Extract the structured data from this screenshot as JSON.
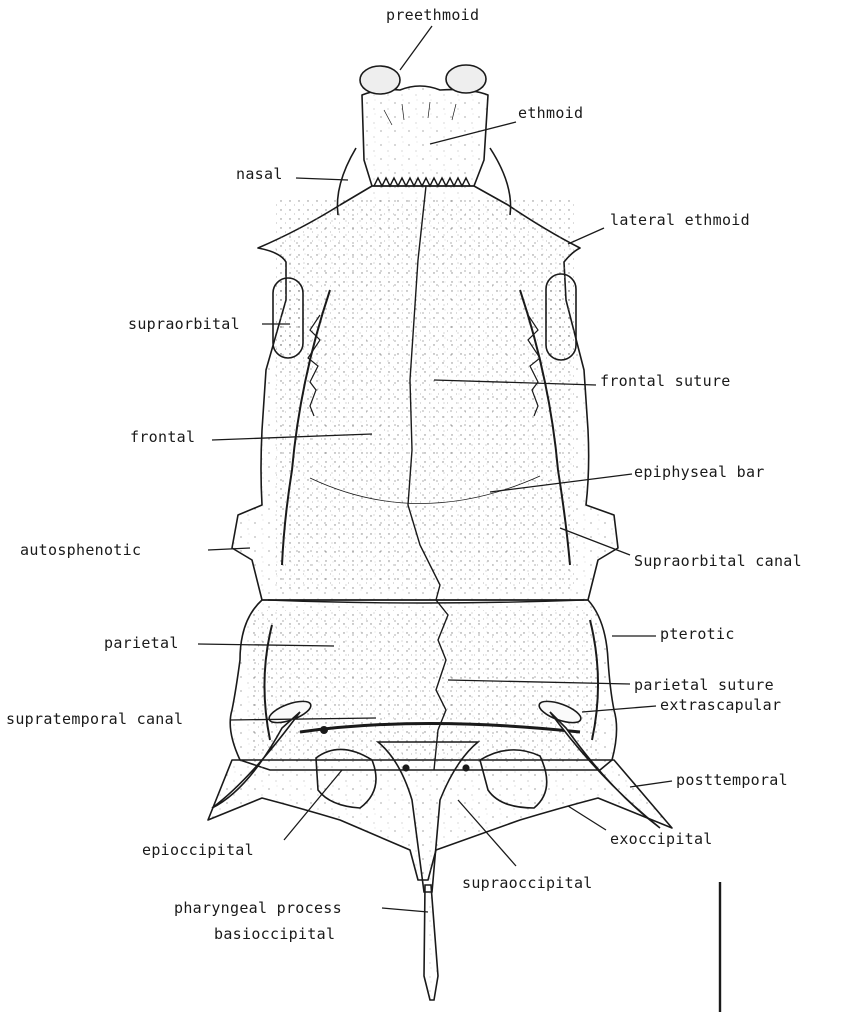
{
  "labels": {
    "preethmoid": "preethmoid",
    "ethmoid": "ethmoid",
    "nasal": "nasal",
    "lateral_ethmoid": "lateral ethmoid",
    "supraorbital": "supraorbital",
    "frontal_suture": "frontal suture",
    "frontal": "frontal",
    "epiphyseal_bar": "epiphyseal bar",
    "autosphenotic": "autosphenotic",
    "supraorbital_canal": "Supraorbital canal",
    "parietal": "parietal",
    "pterotic": "pterotic",
    "parietal_suture": "parietal suture",
    "supratemporal_canal": "supratemporal canal",
    "extrascapular": "extrascapular",
    "posttemporal": "posttemporal",
    "epioccipital": "epioccipital",
    "exoccipital": "exoccipital",
    "supraoccipital": "supraoccipital",
    "pharyngeal_process": "pharyngeal process",
    "basioccipital": "basioccipital"
  },
  "colors": {
    "ink": "#1a1a1a",
    "bone": "#ffffff",
    "stipple": "#555555"
  }
}
